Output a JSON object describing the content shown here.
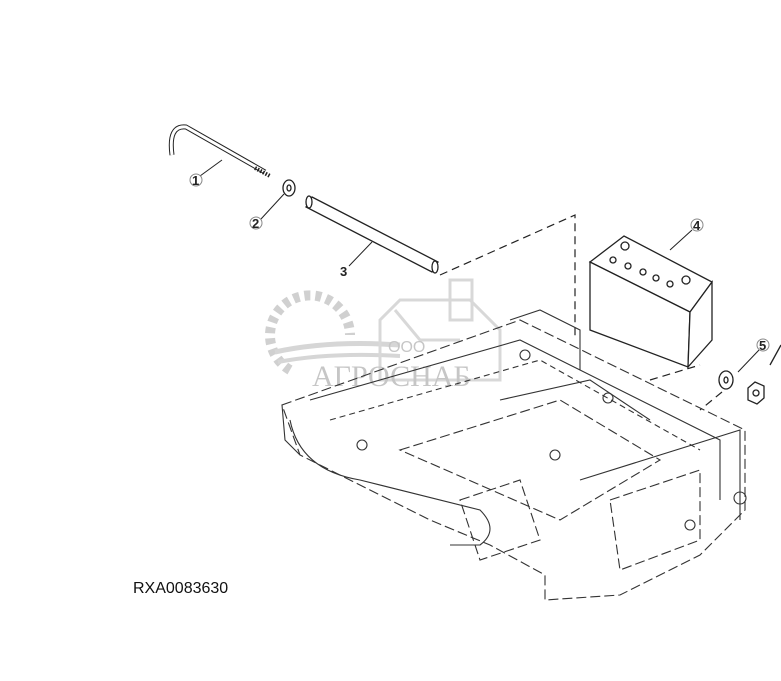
{
  "diagram": {
    "figure_id": "RXA0083630",
    "callouts": [
      "1",
      "2",
      "3",
      "4",
      "5"
    ],
    "parts": [
      "hook-rod",
      "washer",
      "tube",
      "battery",
      "washer-and-nut",
      "battery-tray-frame"
    ]
  },
  "watermark": {
    "prefix": "ООО",
    "brand": "АГРОСНАБ",
    "color": "#bdbdbd"
  }
}
